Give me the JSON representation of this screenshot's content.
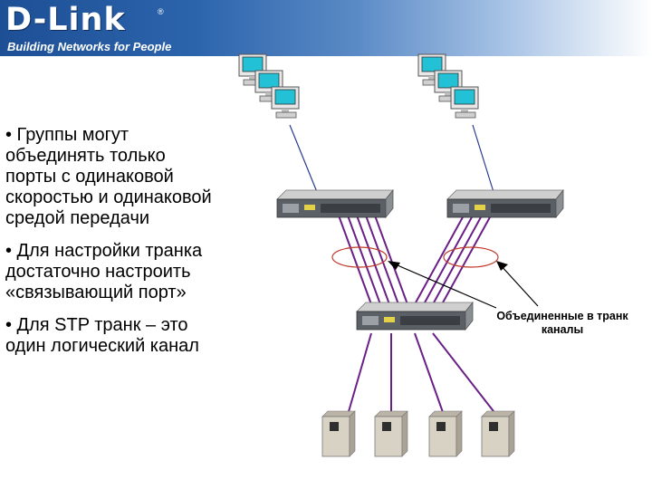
{
  "brand": {
    "name": "D-Link",
    "reg_mark": "®",
    "tagline": "Building Networks for People"
  },
  "bullets": [
    "• Группы могут\nобъединять только\nпорты с одинаковой\nскоростью и одинаковой\nсредой передачи",
    "• Для настройки транка\nдостаточно настроить\n«связывающий порт»",
    "• Для STP транк – это\nодин логический канал"
  ],
  "caption": "Объединенные в транк\nканалы",
  "colors": {
    "link": "#6a1f86",
    "uplink": "#2a3b8f",
    "ellipse": "#c0392b",
    "header_start": "#1d4f95"
  }
}
